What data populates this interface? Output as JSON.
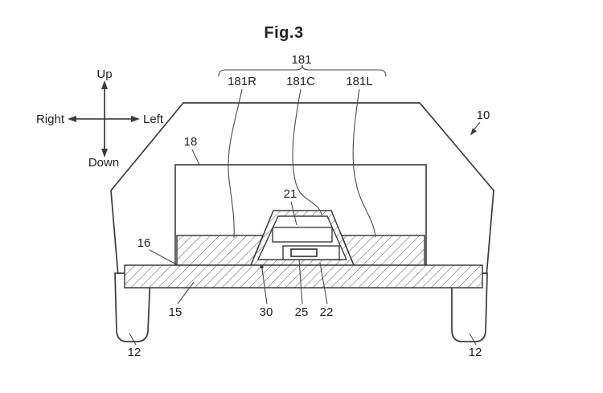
{
  "figure": {
    "title": "Fig.3"
  },
  "compass": {
    "up": "Up",
    "down": "Down",
    "left": "Left",
    "right": "Right"
  },
  "labels": {
    "unit_group": "181",
    "unit_right": "181R",
    "unit_center": "181C",
    "unit_left": "181L",
    "vehicle": "10",
    "panel": "18",
    "center_console": "21",
    "cross_member": "16",
    "floor_panel": "15",
    "mount_point": "30",
    "upper_component": "25",
    "lower_component": "22",
    "wheel": "12"
  }
}
